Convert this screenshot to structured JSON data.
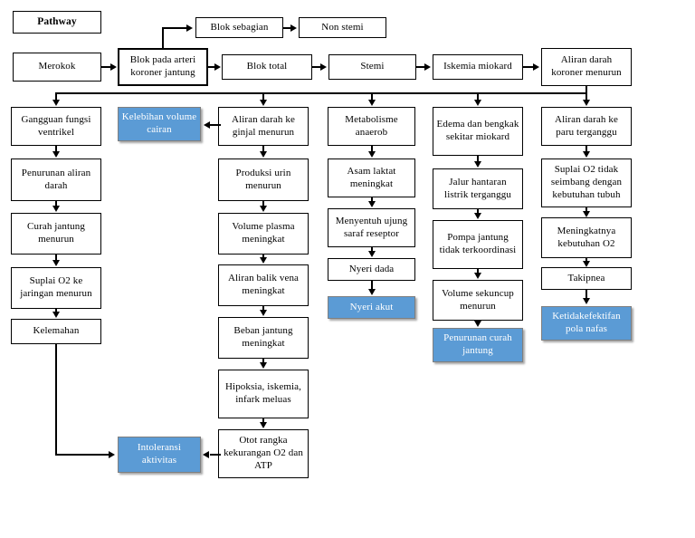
{
  "diagram": {
    "title_box": "Pathway",
    "accent_color": "#5B9BD5",
    "line_color": "#000000",
    "background": "#ffffff"
  },
  "nodes": {
    "pathway": "Pathway",
    "merokok": "Merokok",
    "blok_arteri": "Blok pada arteri koroner jantung",
    "blok_sebagian": "Blok sebagian",
    "non_stemi": "Non stemi",
    "blok_total": "Blok total",
    "stemi": "Stemi",
    "iskemia_miokard": "Iskemia miokard",
    "aliran_koroner_menurun": "Aliran darah koroner menurun",
    "gangguan_ventrikel": "Gangguan fungsi ventrikel",
    "penurunan_aliran_darah": "Penurunan aliran darah",
    "curah_jantung_menurun": "Curah jantung menurun",
    "suplai_o2_jaringan": "Suplai O2 ke jaringan menurun",
    "kelemahan": "Kelemahan",
    "kelebihan_volume_cairan": "Kelebihan volume cairan",
    "intoleransi_aktivitas": "Intoleransi aktivitas",
    "aliran_ginjal_menurun": "Aliran darah ke ginjal menurun",
    "produksi_urin_menurun": "Produksi urin menurun",
    "volume_plasma_meningkat": "Volume plasma meningkat",
    "aliran_balik_vena": "Aliran balik vena meningkat",
    "beban_jantung_meningkat": "Beban jantung meningkat",
    "hipoksia_iskemia_infark": "Hipoksia, iskemia, infark meluas",
    "otot_rangka_kekurangan": "Otot rangka kekurangan O2 dan ATP",
    "metabolisme_anaerob": "Metabolisme anaerob",
    "asam_laktat_meningkat": "Asam laktat meningkat",
    "menyentuh_saraf": "Menyentuh ujung saraf reseptor",
    "nyeri_dada": "Nyeri dada",
    "nyeri_akut": "Nyeri akut",
    "edema_bengkak": "Edema dan bengkak sekitar miokard",
    "jalur_hantaran": "Jalur hantaran listrik terganggu",
    "pompa_jantung": "Pompa jantung tidak terkoordinasi",
    "volume_sekuncup": "Volume sekuncup menurun",
    "penurunan_curah_jantung": "Penurunan curah jantung",
    "aliran_paru_terganggu": "Aliran darah ke paru terganggu",
    "suplai_o2_tidak_seimbang": "Suplai O2 tidak seimbang dengan kebutuhan tubuh",
    "meningkatnya_kebutuhan_o2": "Meningkatnya kebutuhan O2",
    "takipnea": "Takipnea",
    "ketidakefektifan_pola_nafas": "Ketidakefektifan pola nafas"
  }
}
